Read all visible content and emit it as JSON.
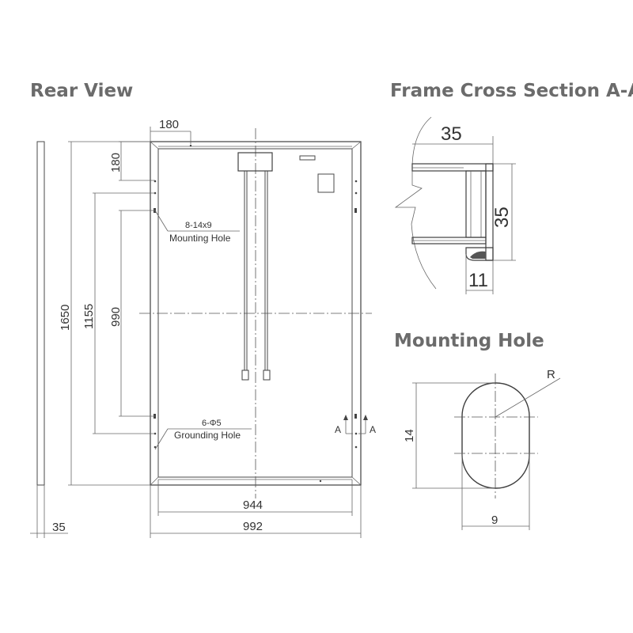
{
  "titles": {
    "rear_view": "Rear View",
    "cross_section": "Frame Cross Section A-A",
    "mounting_hole": "Mounting Hole"
  },
  "rear_view": {
    "dim_top_offset": "180",
    "dim_side_offset": "180",
    "dim_height_total": "1650",
    "dim_hole_span_outer": "1155",
    "dim_hole_span_inner": "990",
    "dim_frame_depth": "35",
    "dim_inner_width": "944",
    "dim_outer_width": "992",
    "mounting_hole_spec": "8-14x9",
    "mounting_hole_label": "Mounting Hole",
    "grounding_hole_spec": "6-Φ5",
    "grounding_hole_label": "Grounding Hole",
    "section_marker_left": "A",
    "section_marker_right": "A"
  },
  "cross_section": {
    "dim_width": "35",
    "dim_height": "35",
    "dim_flange": "11"
  },
  "mounting_hole": {
    "dim_height": "14",
    "dim_width": "9",
    "radius_label": "R"
  }
}
